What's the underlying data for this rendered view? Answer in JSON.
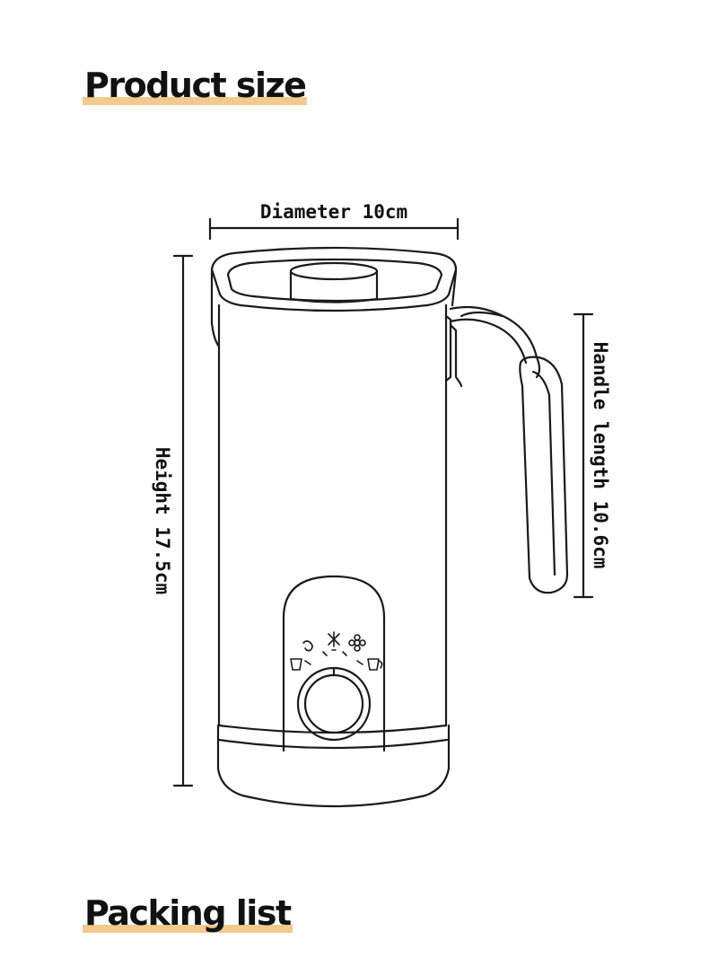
{
  "headings": {
    "product_size": "Product size",
    "packing_list": "Packing list"
  },
  "dimensions": {
    "diameter": "Diameter 10cm",
    "height": "Height 17.5cm",
    "handle_length": "Handle length 10.6cm"
  },
  "colors": {
    "heading_highlight": "#f3c98e",
    "line_art": "#1a1a1a"
  }
}
